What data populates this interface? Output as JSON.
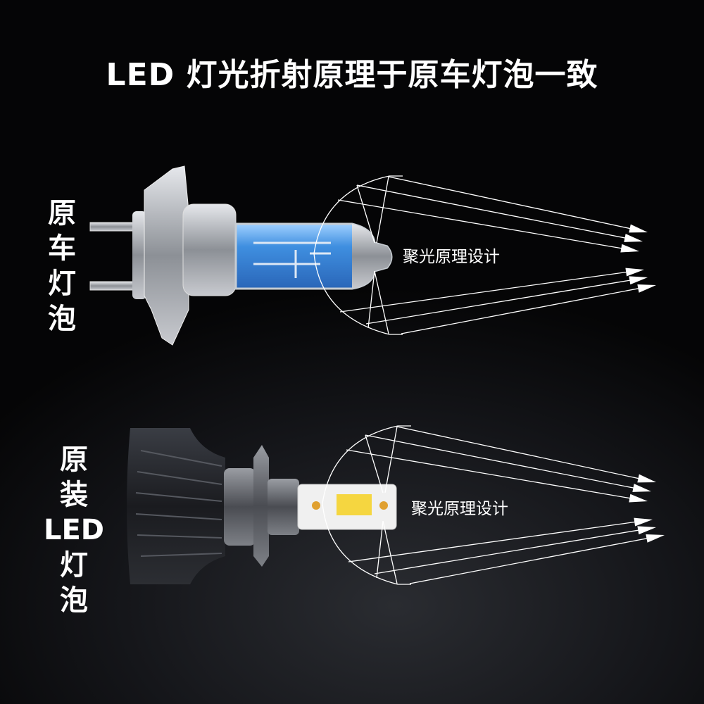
{
  "title": "LED 灯光折射原理于原车灯泡一致",
  "halogen": {
    "label_lines": [
      "原",
      "车",
      "灯",
      "泡"
    ],
    "caption": "聚光原理设计"
  },
  "led": {
    "label_lines": [
      "原",
      "装",
      "LED",
      "灯",
      "泡"
    ],
    "caption": "聚光原理设计"
  },
  "colors": {
    "glass": "#3f8fe0",
    "ray": "#ffffff",
    "led_chip": "#f5d640"
  }
}
